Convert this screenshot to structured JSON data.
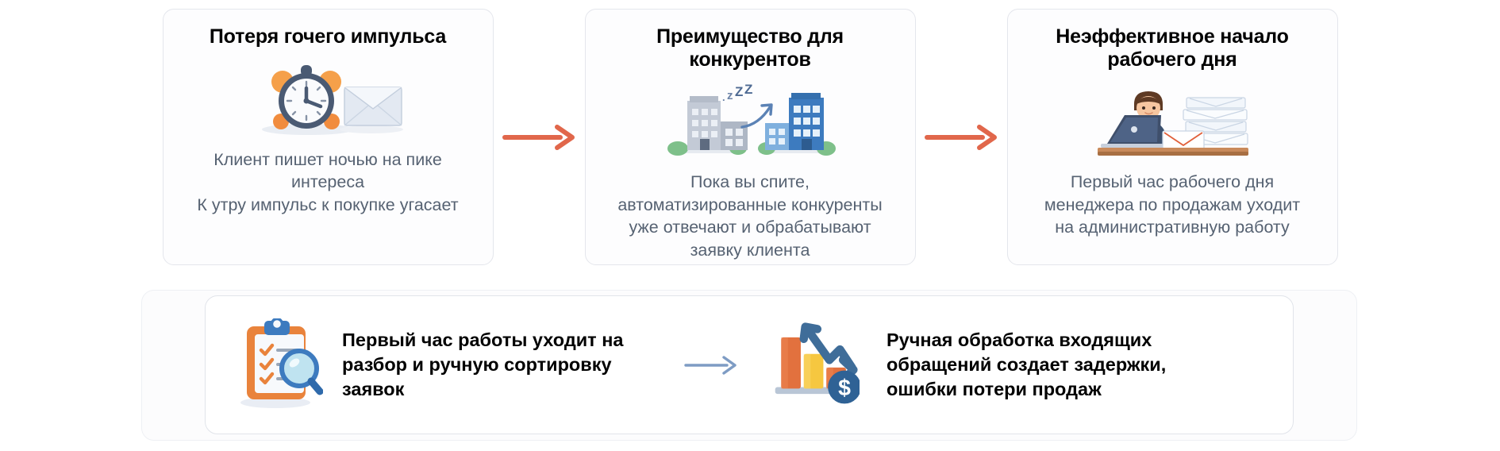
{
  "infographic": {
    "cards": [
      {
        "title": "Потеря гочего импульса",
        "icon": "alarm-clock-and-envelope-icon",
        "body_lines": [
          "Клиент пишет ночью на пике",
          "интереса",
          "К утру импульс к покупке угасает"
        ]
      },
      {
        "title_lines": [
          "Преимущество для",
          "конкурентов"
        ],
        "icon": "sleeping-building-to-active-building-icon",
        "body_lines": [
          "Пока вы спите,",
          "автоматизированные конкуренты",
          "уже отвечают и обрабатывают",
          "заявку клиента"
        ]
      },
      {
        "title_lines": [
          "Неэффективное начало",
          "рабочего дня"
        ],
        "icon": "manager-at-laptop-with-mail-stack-icon",
        "body_lines": [
          "Первый час рабочего дня",
          "менеджера по продажам уходит",
          "на административную работу"
        ]
      }
    ],
    "connector_arrows": [
      {
        "name": "arrow-card1-to-card2",
        "color": "#E1674B"
      },
      {
        "name": "arrow-card2-to-card3",
        "color": "#E1674B"
      }
    ],
    "bottom_panel": {
      "left": {
        "icon": "clipboard-checklist-magnifier-icon",
        "text_lines": [
          "Первый час работы уходит на",
          "разбор и ручную сортировку",
          "заявок"
        ]
      },
      "arrow": {
        "name": "arrow-left-to-right",
        "color": "#7E9CC4"
      },
      "right": {
        "icon": "declining-bar-chart-dollar-icon",
        "text_lines": [
          "Ручная обработка входящих",
          "обращений создает задержки,",
          "ошибки  потери продаж"
        ]
      }
    },
    "colors": {
      "card_border": "#E4E6EC",
      "card_bg": "#FDFDFE",
      "title_text": "#000000",
      "body_text": "#566272",
      "accent_orange": "#E1674B",
      "accent_blue": "#7E9CC4",
      "icon_orange": "#EF8B3C",
      "icon_blue": "#3D7BBF",
      "icon_navy": "#4A5A73"
    }
  }
}
